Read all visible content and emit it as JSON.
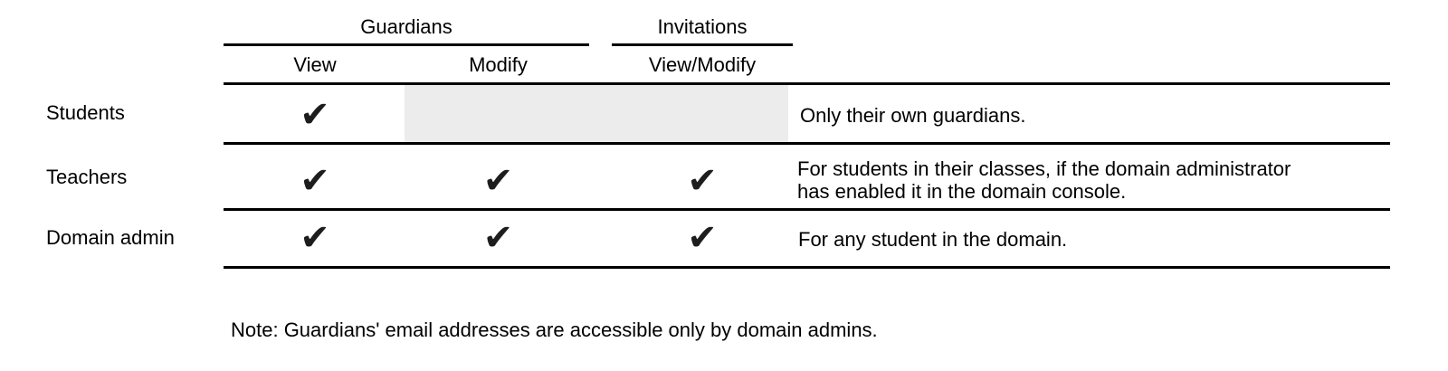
{
  "table": {
    "groups": [
      {
        "label": "Guardians"
      },
      {
        "label": "Invitations"
      }
    ],
    "columns": [
      {
        "label": "View"
      },
      {
        "label": "Modify"
      },
      {
        "label": "View/Modify"
      }
    ],
    "check_glyph": "✔",
    "rows": [
      {
        "label": "Students",
        "view": "✔",
        "modify": "",
        "view_modify": "",
        "note_lines": [
          "Only their own guardians."
        ]
      },
      {
        "label": "Teachers",
        "view": "✔",
        "modify": "✔",
        "view_modify": "✔",
        "note_lines": [
          "For students in their classes, if the domain administrator",
          "has enabled it in the domain console."
        ]
      },
      {
        "label": "Domain admin",
        "view": "✔",
        "modify": "✔",
        "view_modify": "✔",
        "note_lines": [
          "For any student in the domain."
        ]
      }
    ]
  },
  "footnote": "Note: Guardians' email addresses are accessible only by domain admins.",
  "colors": {
    "shaded_cell": "#ececec",
    "rule": "#000000",
    "text": "#000000",
    "check": "#1d1d1d"
  }
}
